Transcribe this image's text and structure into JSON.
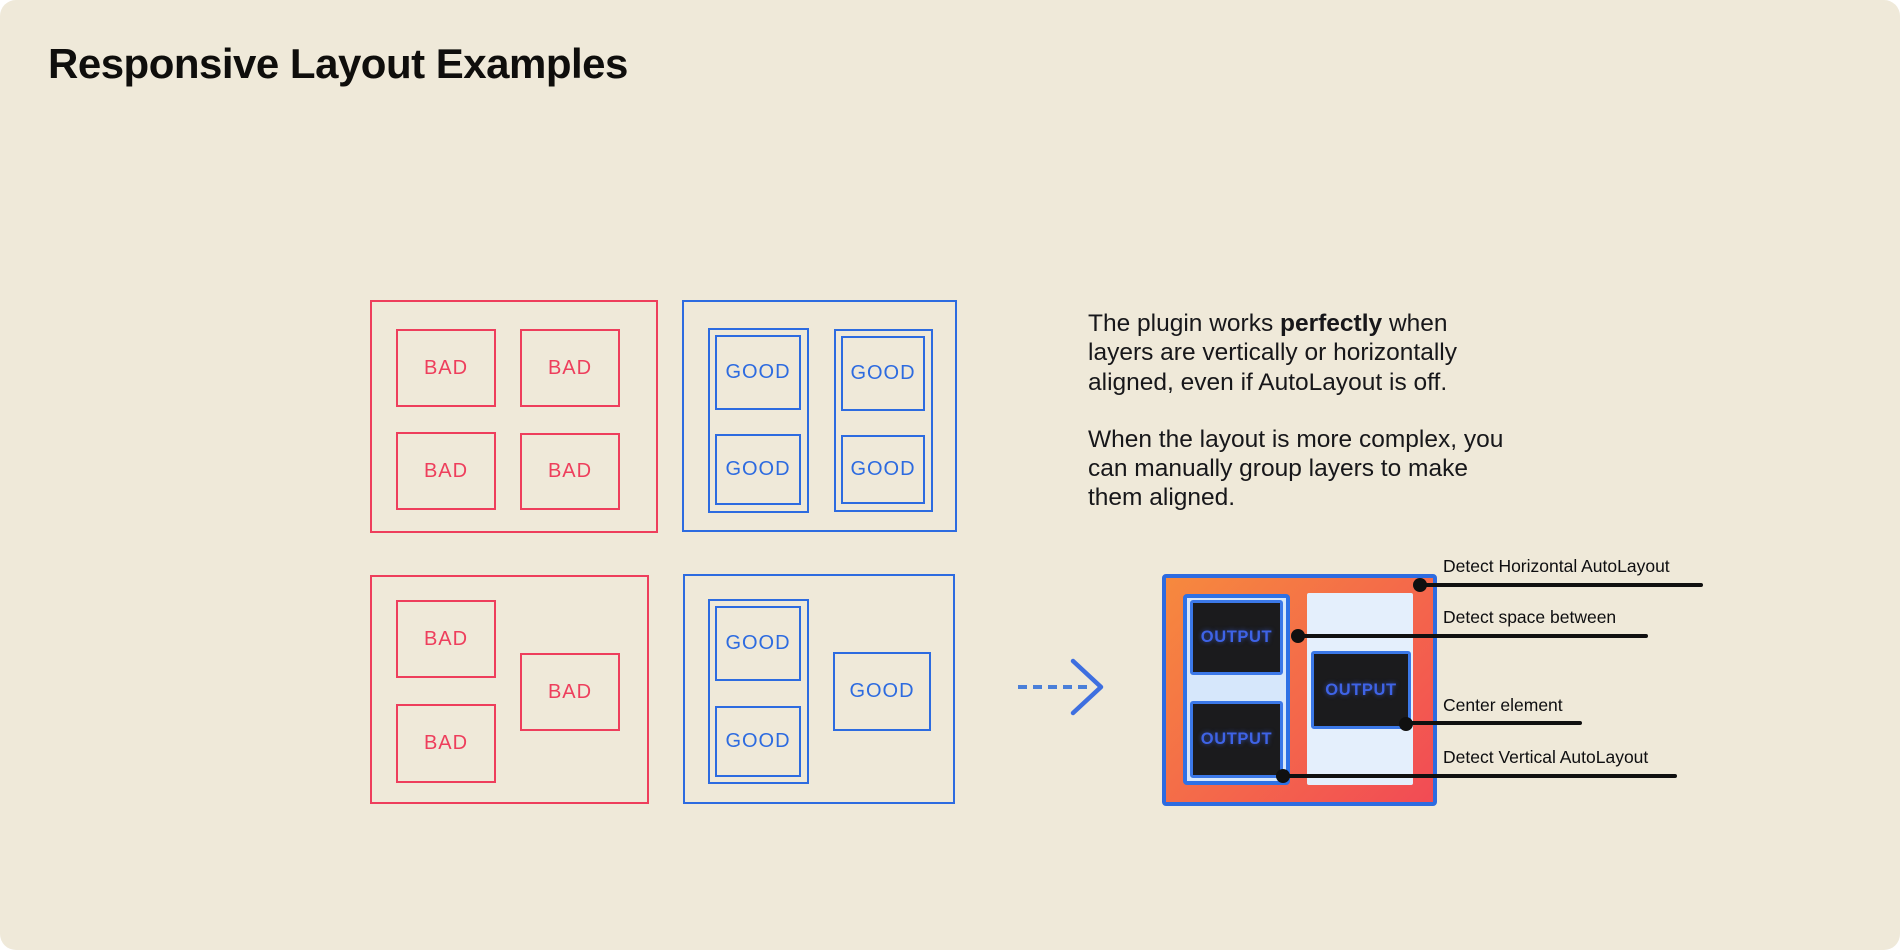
{
  "title": "Responsive Layout Examples",
  "labels": {
    "bad": "BAD",
    "good": "GOOD",
    "output": "OUTPUT"
  },
  "description": {
    "para1": {
      "line1_pre": "The plugin works ",
      "line1_bold": "perfectly",
      "line1_post": " when",
      "line2": "layers are vertically or horizontally",
      "line3": "aligned, even if AutoLayout is off."
    },
    "para2": {
      "line1": "When the layout is more complex, you",
      "line2": "can manually group layers to make",
      "line3": "them aligned."
    }
  },
  "annotations": [
    {
      "label": "Detect Horizontal AutoLayout"
    },
    {
      "label": "Detect space between"
    },
    {
      "label": "Center element"
    },
    {
      "label": "Detect Vertical AutoLayout"
    }
  ],
  "colors": {
    "bg": "#EFE9D9",
    "red": "#EE3E5C",
    "blue": "#2D6BE0",
    "ink": "#141414",
    "frame_a": "#F6893E",
    "frame_b": "#F24B55",
    "box_dark": "#1B1B1D",
    "box_text": "#3E63E6",
    "wrap_fill": "#D6E7FB",
    "col_fill": "#E4EFFC"
  }
}
